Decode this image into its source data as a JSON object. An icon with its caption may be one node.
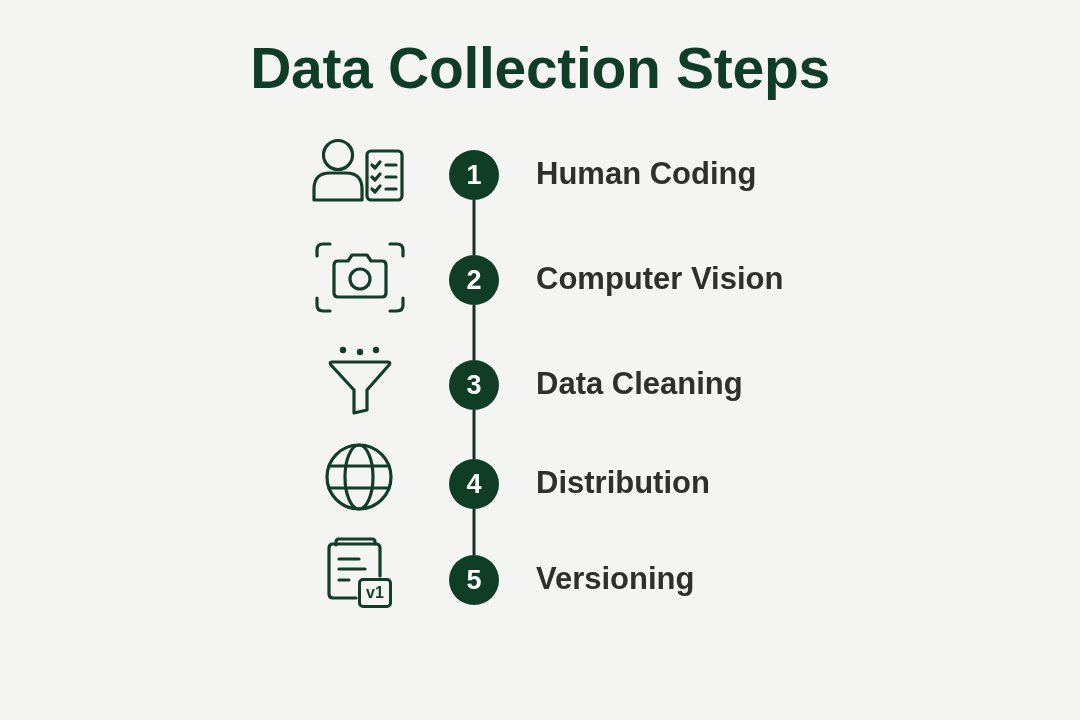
{
  "diagram": {
    "title": "Data Collection Steps",
    "nodes": [
      {
        "text": [
          "1"
        ],
        "beside": [
          "Human Coding"
        ]
      },
      {
        "text": [
          "2"
        ],
        "beside": [
          "Computer Vision"
        ]
      },
      {
        "text": [
          "3"
        ],
        "beside": [
          "Data Cleaning"
        ]
      },
      {
        "text": [
          "4"
        ],
        "beside": [
          "Distribution"
        ]
      },
      {
        "text": [
          "5"
        ],
        "beside": [
          "Versioning"
        ]
      }
    ],
    "edges": [
      {
        "from": 0,
        "to": 1,
        "arrow": "none"
      },
      {
        "from": 1,
        "to": 2,
        "arrow": "none"
      },
      {
        "from": 2,
        "to": 3,
        "arrow": "none"
      },
      {
        "from": 3,
        "to": 4,
        "arrow": "none"
      }
    ],
    "labels": [
      "v1"
    ]
  }
}
